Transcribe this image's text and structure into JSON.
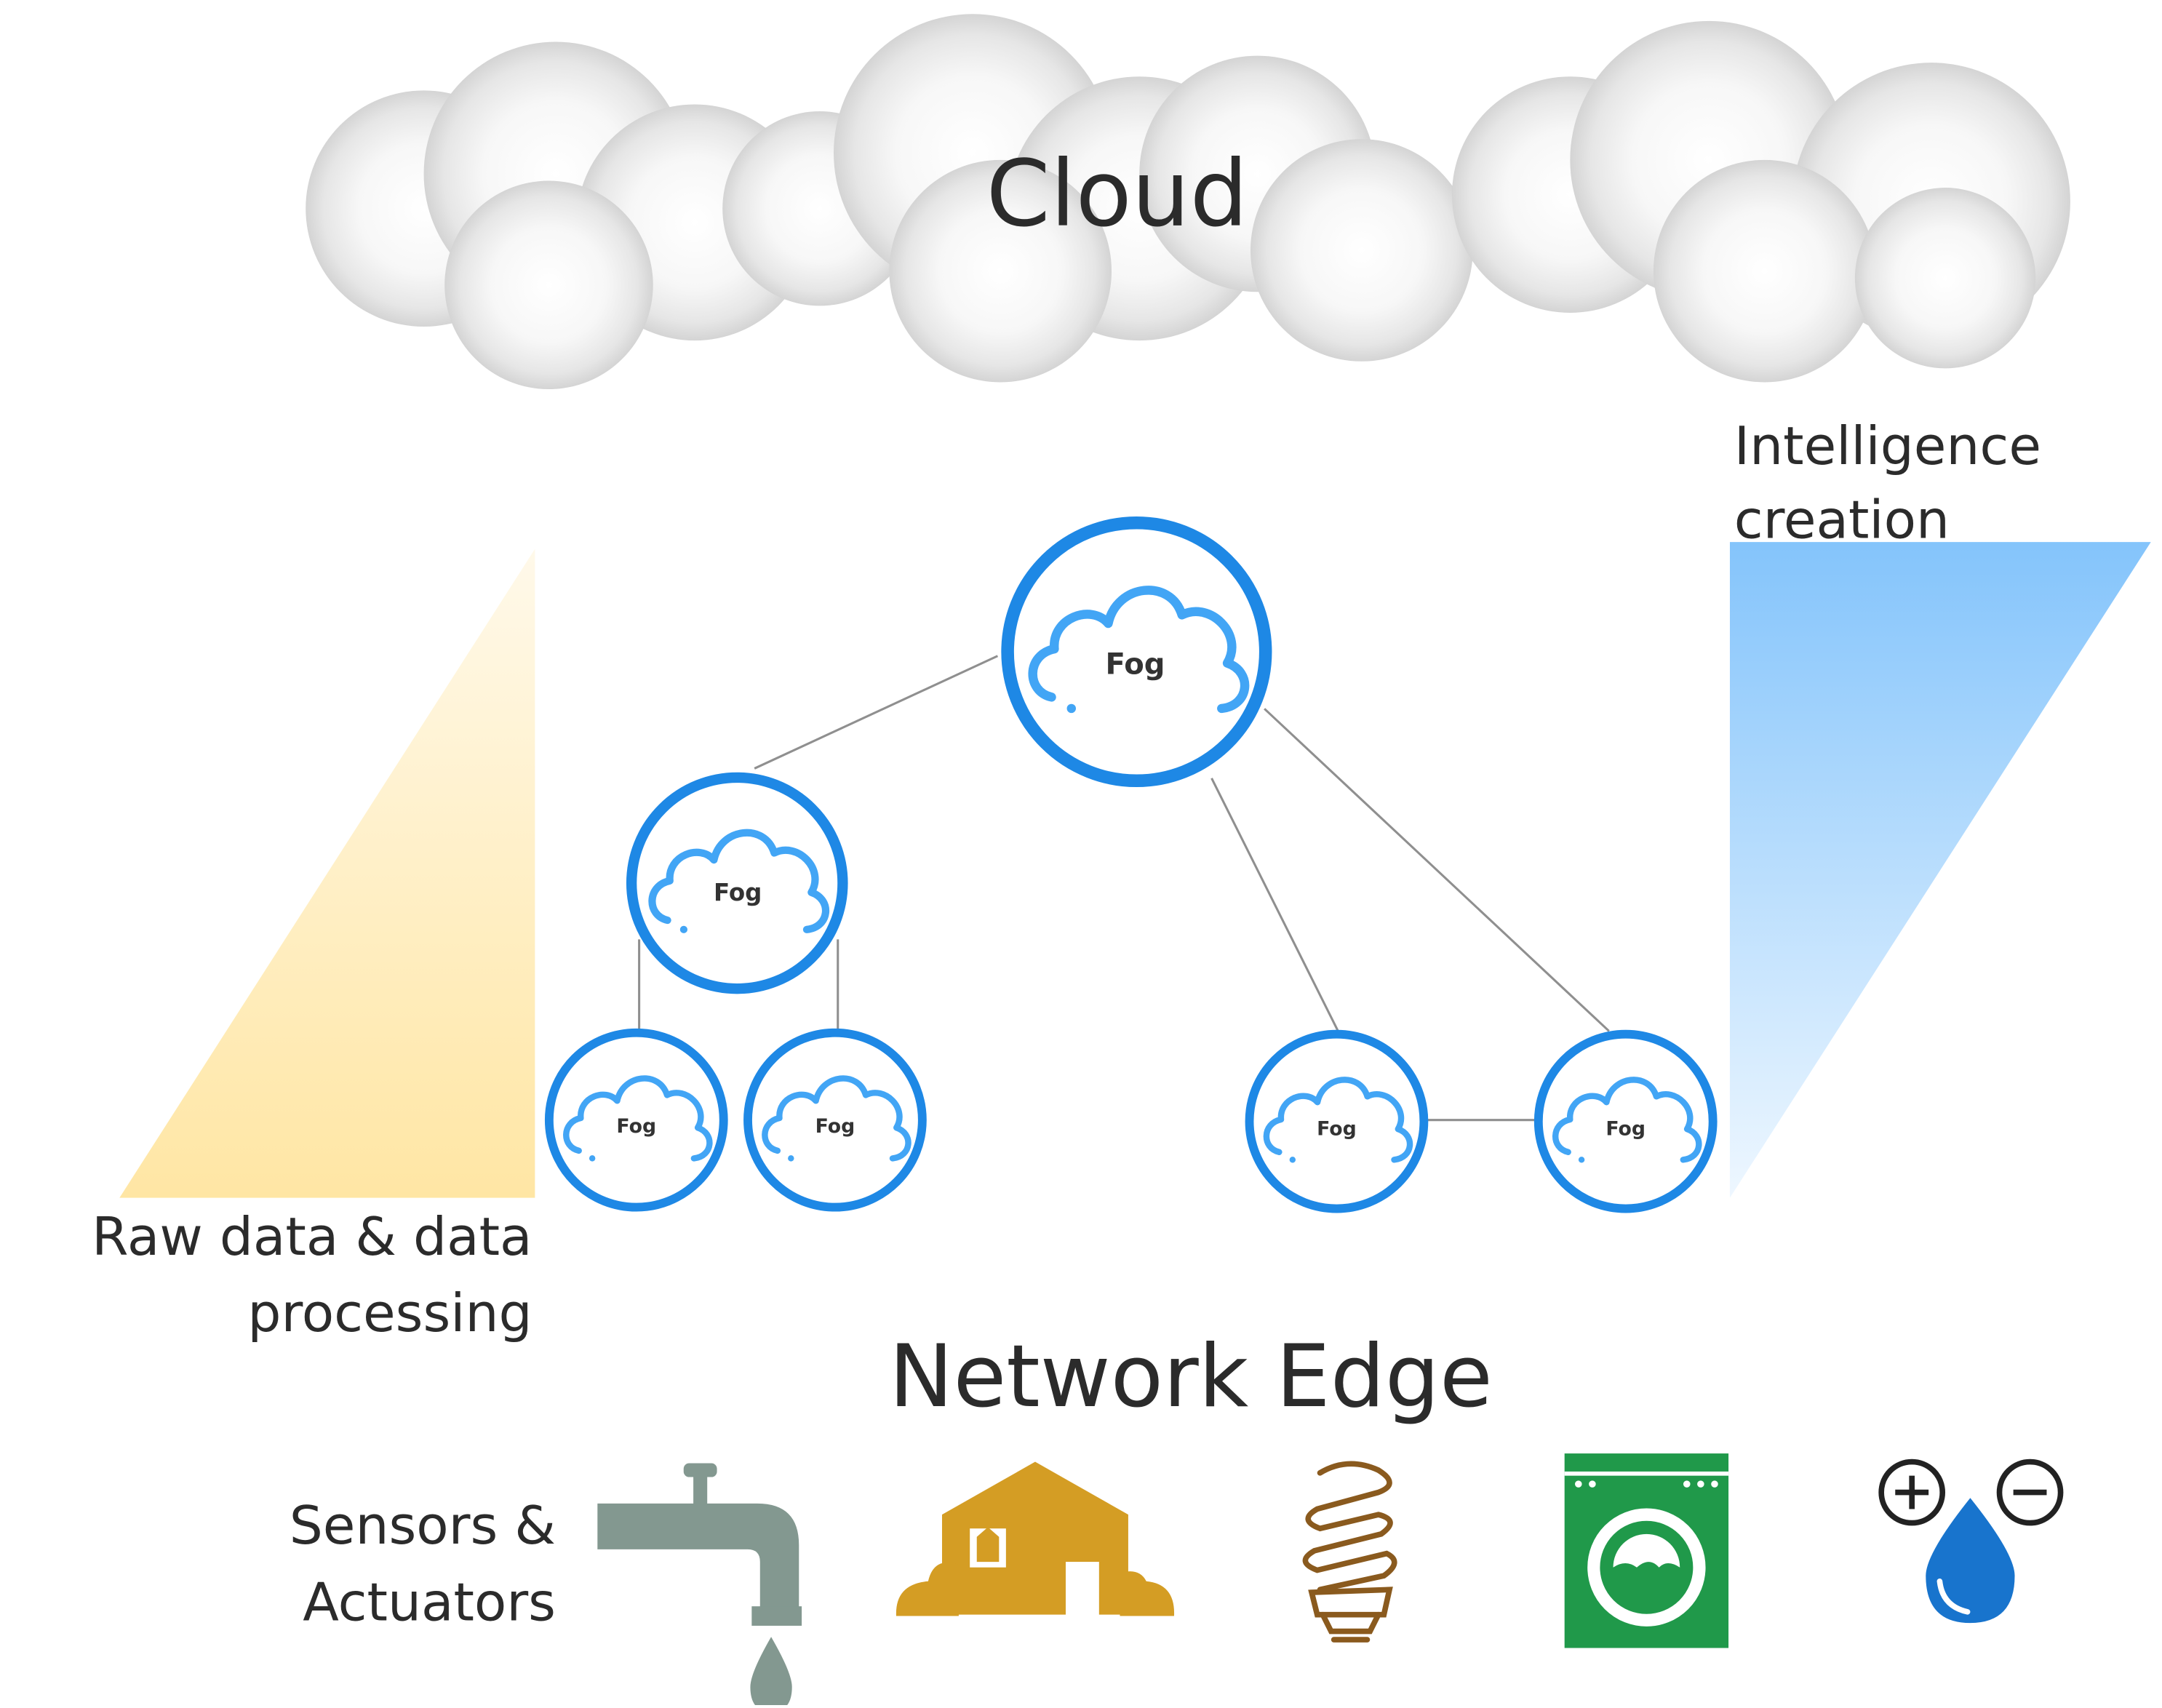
{
  "cloud": {
    "label": "Cloud"
  },
  "left_label": {
    "line1": "Raw data & data",
    "line2": "processing"
  },
  "right_label": {
    "line1": "Intelligence",
    "line2": "creation"
  },
  "edge_label": "Network Edge",
  "devices_label": {
    "line1": "Sensors &",
    "line2": "Actuators"
  },
  "fog_nodes": [
    {
      "id": "top",
      "label": "Fog"
    },
    {
      "id": "mid-left",
      "label": "Fog"
    },
    {
      "id": "leaf-1",
      "label": "Fog"
    },
    {
      "id": "leaf-2",
      "label": "Fog"
    },
    {
      "id": "leaf-3",
      "label": "Fog"
    },
    {
      "id": "leaf-4",
      "label": "Fog"
    }
  ],
  "devices": [
    {
      "name": "water-tap-icon",
      "color": "#839890"
    },
    {
      "name": "house-icon",
      "color": "#d49d24"
    },
    {
      "name": "light-bulb-icon",
      "color": "#8a5a1e"
    },
    {
      "name": "washing-machine-icon",
      "color": "#20994a"
    },
    {
      "name": "humidity-control-icon",
      "color": "#1874cd"
    }
  ],
  "colors": {
    "fog_ring": "#1e88e5",
    "fog_cloud": "#42a5f5",
    "left_gradient_top": "#fff8e3",
    "left_gradient_bottom": "#ffe7a6",
    "right_gradient_top": "#86c6fb",
    "right_gradient_bottom": "#eaf5ff",
    "connector": "#8f8f8f"
  }
}
